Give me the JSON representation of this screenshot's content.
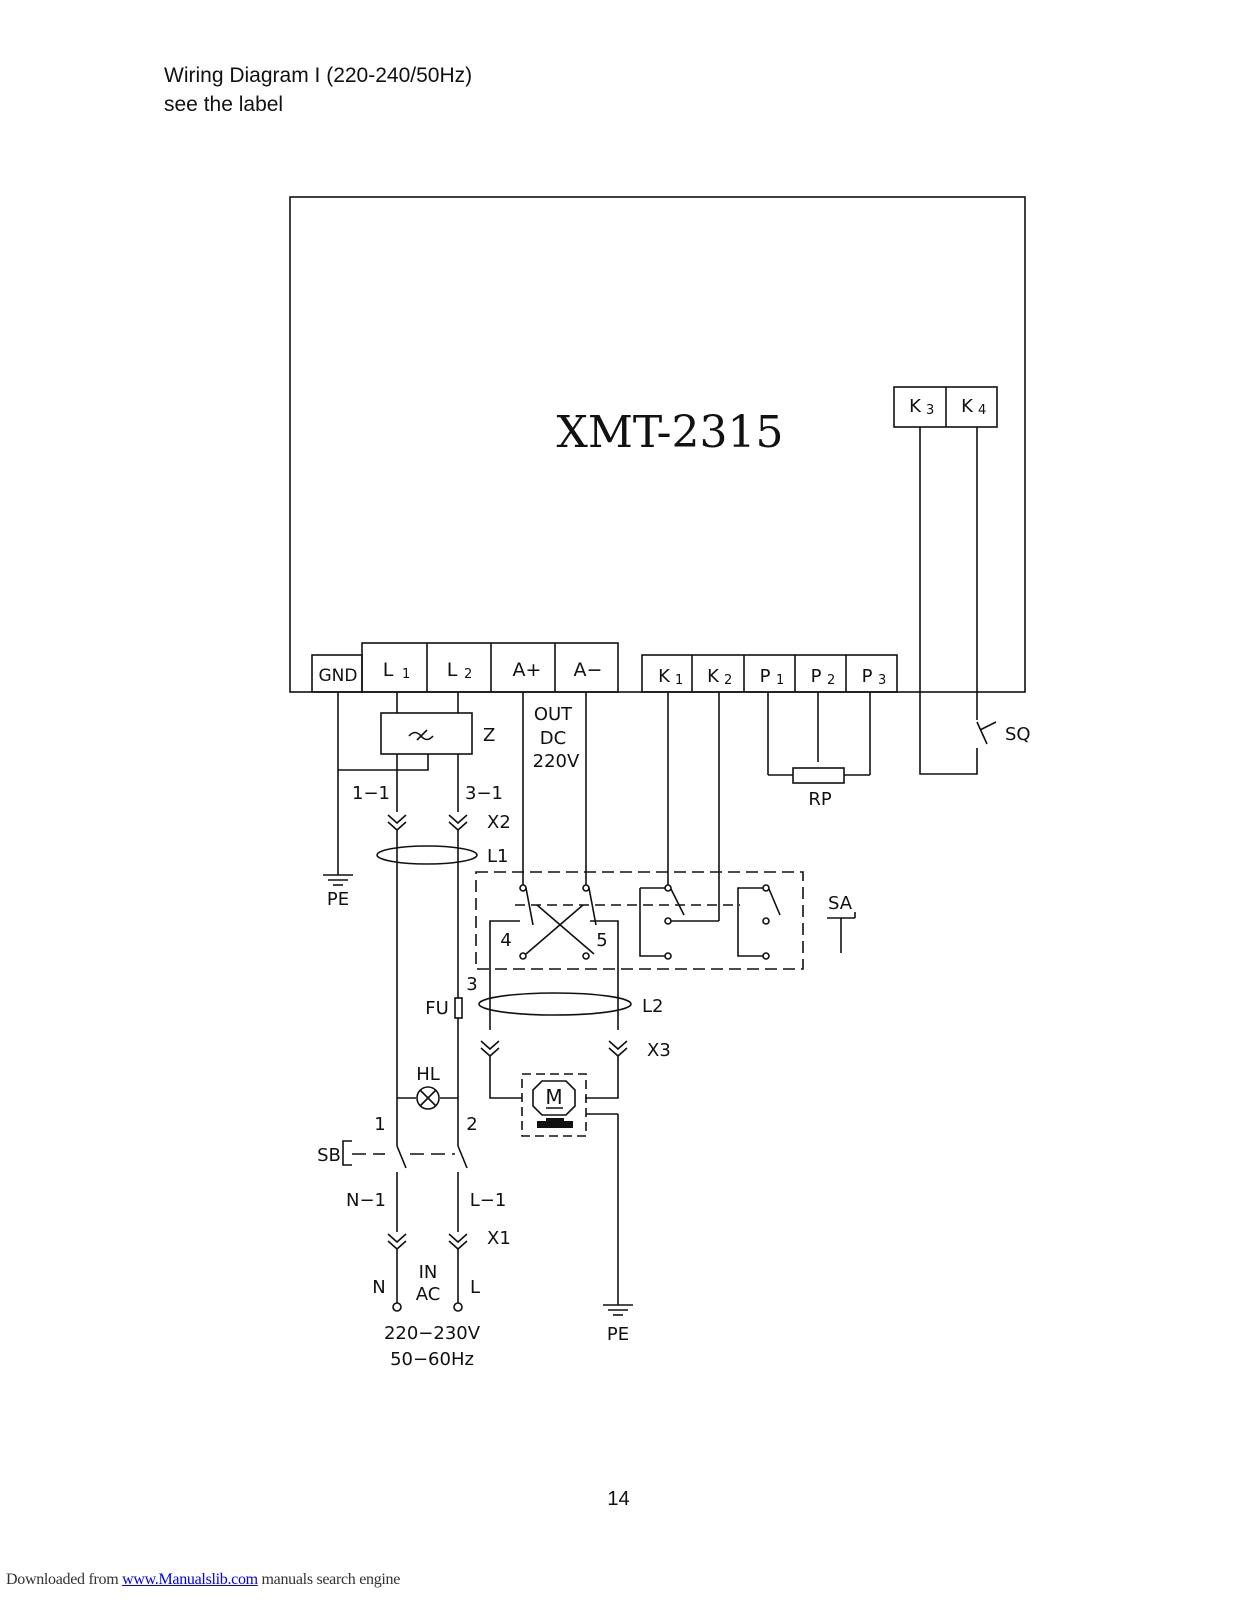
{
  "header": {
    "title": "Wiring Diagram I (220-240/50Hz)",
    "subtitle": "see the label"
  },
  "diagram": {
    "controller": "XMT-2315",
    "terminals": {
      "gnd": "GND",
      "l1_main": "L",
      "l1_sub": "1",
      "l2_main": "L",
      "l2_sub": "2",
      "a_plus": "A+",
      "a_minus": "A−",
      "k1_main": "K",
      "k1_sub": "1",
      "k2_main": "K",
      "k2_sub": "2",
      "p1_main": "P",
      "p1_sub": "1",
      "p2_main": "P",
      "p2_sub": "2",
      "p3_main": "P",
      "p3_sub": "3",
      "k3_main": "K",
      "k3_sub": "3",
      "k4_main": "K",
      "k4_sub": "4"
    },
    "labels": {
      "z": "Z",
      "out": "OUT",
      "dc": "DC",
      "volt220": "220V",
      "n11": "1−1",
      "n31": "3−1",
      "x2": "X2",
      "l1": "L1",
      "pe_left": "PE",
      "pe_right": "PE",
      "rp": "RP",
      "sq": "SQ",
      "sa": "SA",
      "n4": "4",
      "n5": "5",
      "n3": "3",
      "fu": "FU",
      "l2": "L2",
      "x3": "X3",
      "hl": "HL",
      "m": "M",
      "n1": "1",
      "n2": "2",
      "sb": "SB",
      "nm1": "N−1",
      "lm1": "L−1",
      "x1": "X1",
      "in": "IN",
      "ac": "AC",
      "n": "N",
      "l": "L",
      "supply_v": "220−230V",
      "supply_hz": "50−60Hz"
    }
  },
  "footer": {
    "page_number": "14",
    "prefix": "Downloaded from ",
    "link": "www.Manualslib.com",
    "suffix": " manuals search engine"
  }
}
